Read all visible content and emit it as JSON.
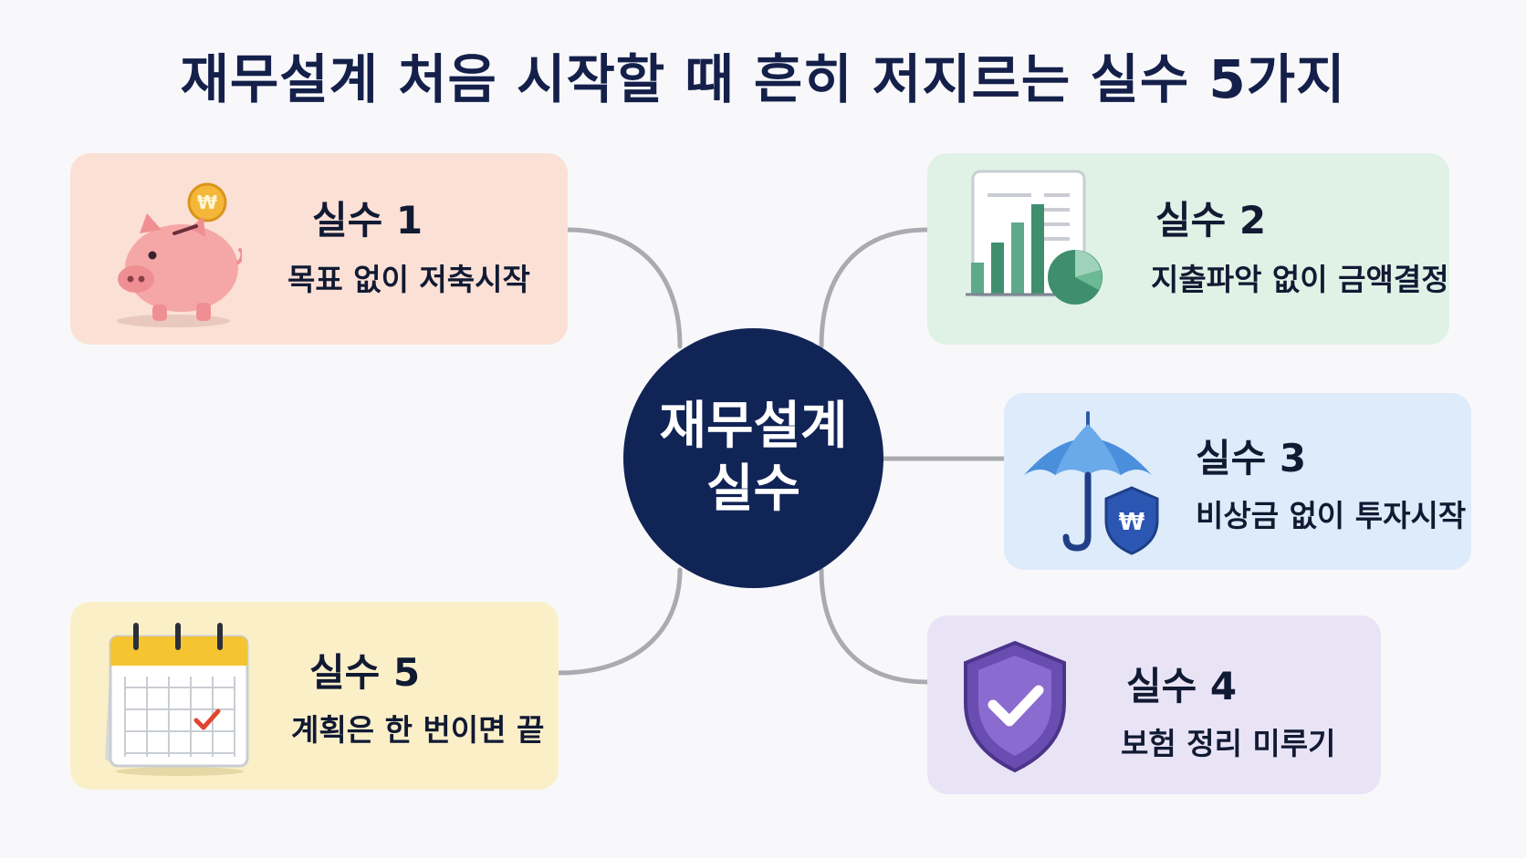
{
  "title": "재무설계 처음 시작할 때 흔히 저지르는 실수 5가지",
  "hub": {
    "line1": "재무설계",
    "line2": "실수"
  },
  "mistakes": [
    {
      "heading": "실수 1",
      "desc": "목표 없이 저축시작",
      "icon": "piggy-bank-icon",
      "color": "#fbe0d6"
    },
    {
      "heading": "실수 2",
      "desc": "지출파악 없이 금액결정",
      "icon": "spending-report-icon",
      "color": "#e0f1e6"
    },
    {
      "heading": "실수 3",
      "desc": "비상금 없이 투자시작",
      "icon": "umbrella-shield-icon",
      "color": "#ddebfa"
    },
    {
      "heading": "실수 4",
      "desc": "보험 정리 미루기",
      "icon": "shield-check-icon",
      "color": "#e9e3f6"
    },
    {
      "heading": "실수 5",
      "desc": "계획은 한 번이면 끝",
      "icon": "calendar-icon",
      "color": "#fbefc8"
    }
  ],
  "colors": {
    "hub": "#112456",
    "connector": "#a9abb0",
    "title": "#14204a"
  }
}
